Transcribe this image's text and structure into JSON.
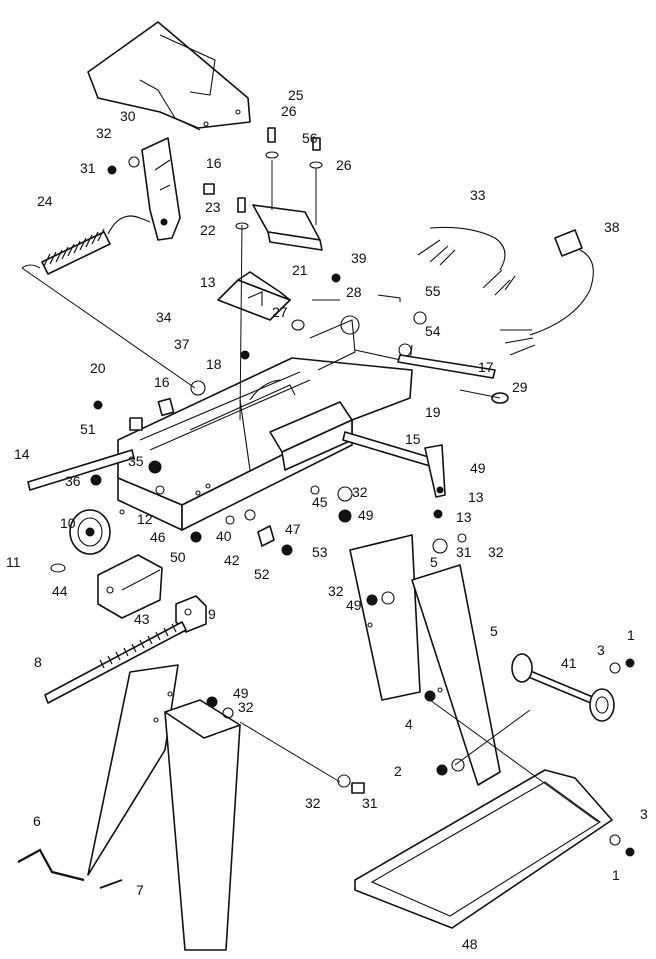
{
  "labels": [
    "25",
    "26",
    "56",
    "26",
    "30",
    "32",
    "31",
    "16",
    "23",
    "22",
    "24",
    "33",
    "38",
    "39",
    "13",
    "21",
    "27",
    "28",
    "55",
    "34",
    "54",
    "37",
    "18",
    "20",
    "16",
    "17",
    "29",
    "51",
    "19",
    "14",
    "15",
    "35",
    "49",
    "36",
    "13",
    "32",
    "49",
    "45",
    "13",
    "31",
    "10",
    "12",
    "46",
    "40",
    "47",
    "32",
    "50",
    "42",
    "52",
    "53",
    "11",
    "5",
    "44",
    "43",
    "9",
    "32",
    "49",
    "5",
    "8",
    "3",
    "41",
    "1",
    "49",
    "32",
    "4",
    "2",
    "32",
    "31",
    "6",
    "7",
    "3",
    "1",
    "48"
  ]
}
